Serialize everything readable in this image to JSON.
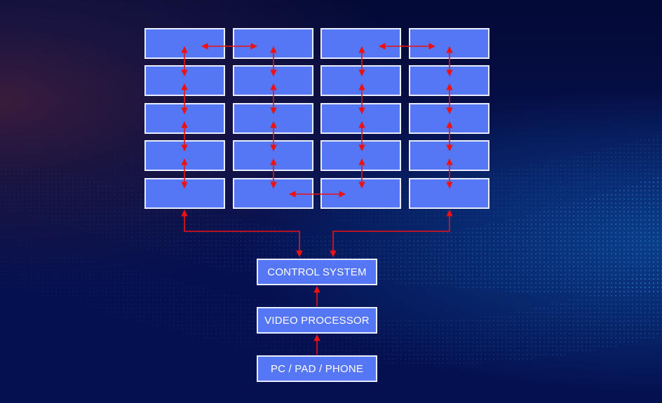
{
  "diagram": {
    "boxes": {
      "control": "CONTROL SYSTEM",
      "processor": "VIDEO PROCESSOR",
      "source": "PC / PAD / PHONE"
    },
    "wall": {
      "rows": 5,
      "columns": 4
    },
    "colors": {
      "panel_fill": "#5577f5",
      "panel_border": "#e8ecff",
      "arrow": "#ee1111",
      "background": "#061152"
    }
  }
}
